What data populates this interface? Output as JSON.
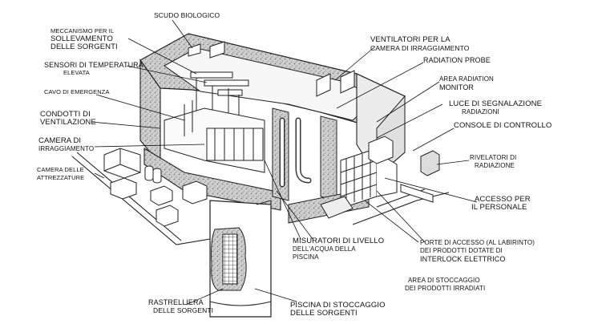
{
  "labels": {
    "scudo": "SCUDO BIOLOGICO",
    "meccanismo": "MECCANISMO PER IL",
    "sollevamento_1": "SOLLEVAMENTO",
    "sollevamento_2": "DELLE SORGENTI",
    "sensori_1": "SENSORI DI TEMPERATURA",
    "sensori_2": "ELEVATA",
    "cavo": "CAVO DI EMERGENZA",
    "condotti_1": "CONDOTTI DI",
    "condotti_2": "VENTILAZIONE",
    "camera_irr_1": "CAMERA DI",
    "camera_irr_2": "IRRAGGIAMENTO",
    "camera_attr_1": "CAMERA DELLE",
    "camera_attr_2": "ATTREZZATURE",
    "ventilatori_1": "VENTILATORI PER LA",
    "ventilatori_2": "CAMERA DI IRRAGGIAMENTO",
    "probe": "RADIATION PROBE",
    "area_monitor_1": "AREA RADIATION",
    "area_monitor_2": "MONITOR",
    "luce_1": "LUCE DI SEGNALAZIONE",
    "luce_2": "RADIAZIONI",
    "console": "CONSOLE DI CONTROLLO",
    "rivelatori_1": "RIVELATORI DI",
    "rivelatori_2": "RADIAZIONE",
    "accesso_1": "ACCESSO PER",
    "accesso_2": "IL PERSONALE",
    "porte_1": "PORTE DI ACCESSO (AL LABIRINTO)",
    "porte_2": "DEI PRODOTTI DOTATE DI",
    "porte_3": "INTERLOCK ELETTRICO",
    "misuratori_1": "MISURATORI DI LIVELLO",
    "misuratori_2": "DELL'ACQUA DELLA",
    "misuratori_3": "PISCINA",
    "area_stoccaggio_1": "AREA DI STOCCAGGIO",
    "area_stoccaggio_2": "DEI PRODOTTI IRRADIATI",
    "rastrelliera_1": "RASTRELLIERA",
    "rastrelliera_2": "DELLE SORGENTI",
    "piscina_1": "PISCINA DI STOCCAGGIO",
    "piscina_2": "DELLE SORGENTI"
  }
}
